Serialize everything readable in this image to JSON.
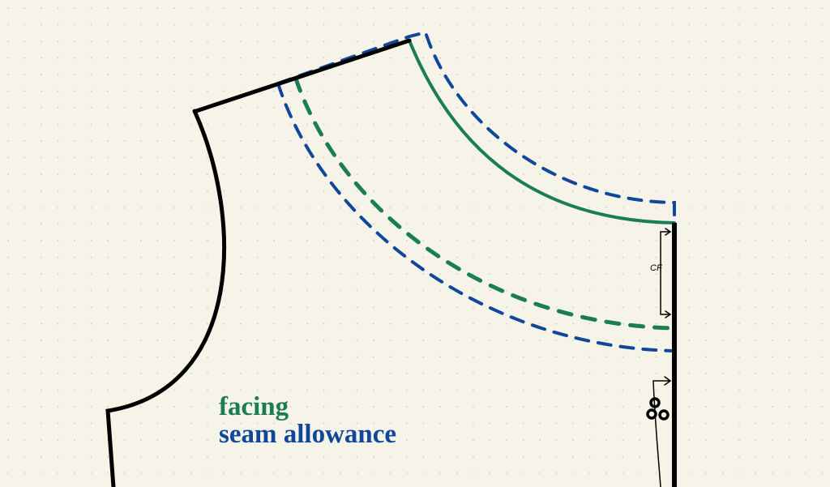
{
  "colors": {
    "background": "#f6f4e9",
    "outline": "#000000",
    "facing": "#1b7d55",
    "seam_allowance": "#10479b"
  },
  "labels": {
    "cf": "CF"
  },
  "legend": {
    "facing": "facing",
    "seam_allowance": "seam allowance"
  }
}
